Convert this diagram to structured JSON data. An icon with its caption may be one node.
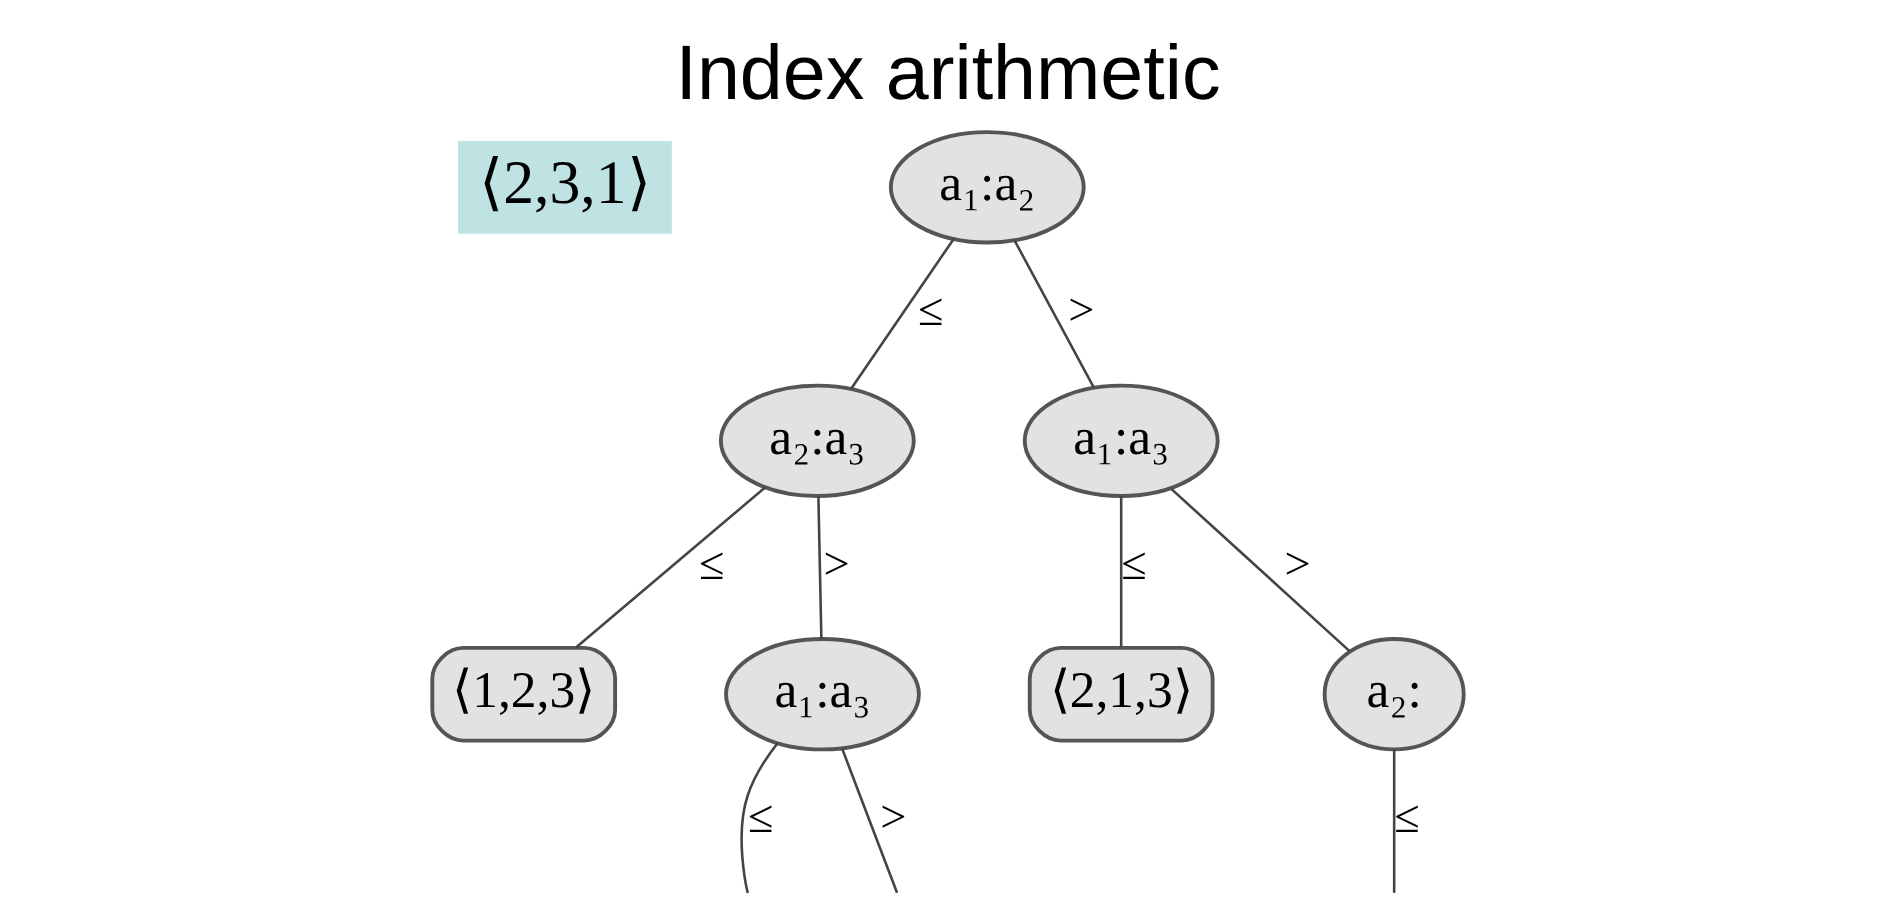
{
  "diagram": {
    "title": "Index arithmetic",
    "nodes": [
      {
        "text": [
          "a₁:a₂"
        ]
      },
      {
        "text": [
          "a₂:a₃"
        ]
      },
      {
        "text": [
          "a₁:a₃"
        ]
      },
      {
        "text": [
          "⟨1,2,3⟩"
        ]
      },
      {
        "text": [
          "a₁:a₃"
        ]
      },
      {
        "text": [
          "⟨2,1,3⟩"
        ]
      },
      {
        "text": [
          "a₂:"
        ]
      }
    ],
    "edges": [
      {
        "from": 0,
        "to": 1,
        "arrow": "none",
        "label": "≤"
      },
      {
        "from": 0,
        "to": 2,
        "arrow": "none",
        "label": ">"
      },
      {
        "from": 1,
        "to": 3,
        "arrow": "none",
        "label": "≤"
      },
      {
        "from": 1,
        "to": 4,
        "arrow": "none",
        "label": ">"
      },
      {
        "from": 2,
        "to": 5,
        "arrow": "none",
        "label": "≤"
      },
      {
        "from": 2,
        "to": 6,
        "arrow": "none",
        "label": ">"
      },
      {
        "from": 4,
        "to": null,
        "arrow": "none",
        "label": "≤"
      },
      {
        "from": 4,
        "to": null,
        "arrow": "none",
        "label": ">"
      },
      {
        "from": 6,
        "to": null,
        "arrow": "none",
        "label": "≤"
      }
    ],
    "labels": [
      "⟨2,3,1⟩"
    ]
  }
}
